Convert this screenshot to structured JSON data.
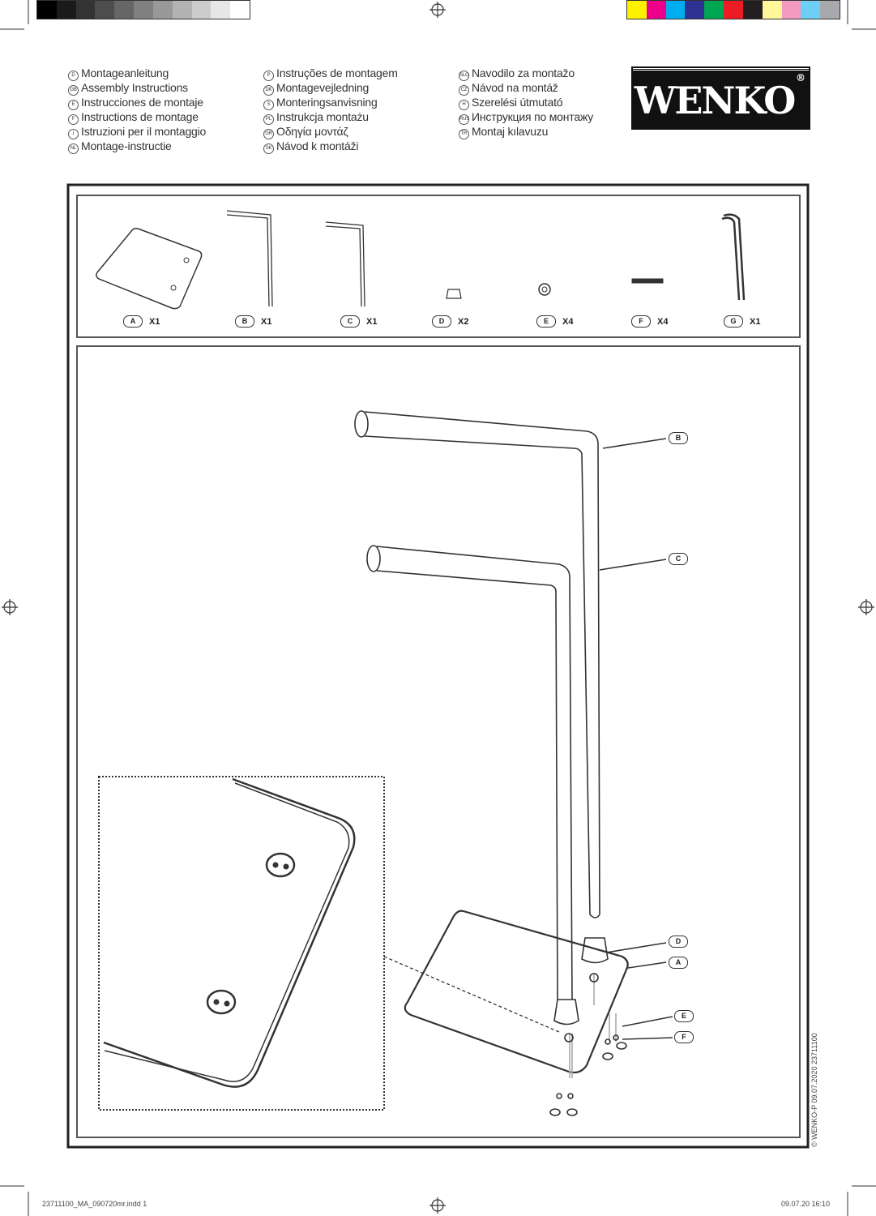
{
  "color_bars": {
    "grays": [
      "#000000",
      "#1a1a1a",
      "#333333",
      "#4d4d4d",
      "#666666",
      "#808080",
      "#999999",
      "#b3b3b3",
      "#cccccc",
      "#e6e6e6",
      "#ffffff"
    ],
    "colors": [
      "#fff200",
      "#ec008c",
      "#00aeef",
      "#2e3192",
      "#00a651",
      "#ed1c24",
      "#231f20",
      "#fff799",
      "#f49ac1",
      "#6dcff6",
      "#a7a9ac"
    ]
  },
  "languages": {
    "col1": [
      {
        "code": "D",
        "text": "Montageanleitung"
      },
      {
        "code": "GB",
        "text": "Assembly Instructions"
      },
      {
        "code": "E",
        "text": "Instrucciones de montaje"
      },
      {
        "code": "F",
        "text": "Instructions de montage"
      },
      {
        "code": "I",
        "text": "Istruzioni per il montaggio"
      },
      {
        "code": "NL",
        "text": "Montage-instructie"
      }
    ],
    "col2": [
      {
        "code": "P",
        "text": "Instruções de montagem"
      },
      {
        "code": "DK",
        "text": "Montagevejledning"
      },
      {
        "code": "S",
        "text": "Monteringsanvisning"
      },
      {
        "code": "PL",
        "text": "Instrukcja montażu"
      },
      {
        "code": "GR",
        "text": "Οδηγία μοντάζ"
      },
      {
        "code": "SK",
        "text": "Návod k montáži"
      }
    ],
    "col3": [
      {
        "code": "SLO",
        "text": "Navodilo za montažo"
      },
      {
        "code": "CZ",
        "text": "Návod na montáž"
      },
      {
        "code": "H",
        "text": "Szerelési útmutató"
      },
      {
        "code": "RUS",
        "text": "Инструкция по монтажу"
      },
      {
        "code": "TR",
        "text": "Montaj kılavuzu"
      }
    ]
  },
  "logo": {
    "text": "WENKO",
    "reg": "®"
  },
  "parts": [
    {
      "letter": "A",
      "qty": "X1"
    },
    {
      "letter": "B",
      "qty": "X1"
    },
    {
      "letter": "C",
      "qty": "X1"
    },
    {
      "letter": "D",
      "qty": "X2"
    },
    {
      "letter": "E",
      "qty": "X4"
    },
    {
      "letter": "F",
      "qty": "X4"
    },
    {
      "letter": "G",
      "qty": "X1"
    }
  ],
  "callouts": [
    "B",
    "C",
    "D",
    "A",
    "E",
    "F"
  ],
  "side_text": "© WENKO-P 09.07.2020 23711100",
  "footer": {
    "left": "23711100_MA_090720mr.indd 1",
    "right": "09.07.20 16:10"
  }
}
